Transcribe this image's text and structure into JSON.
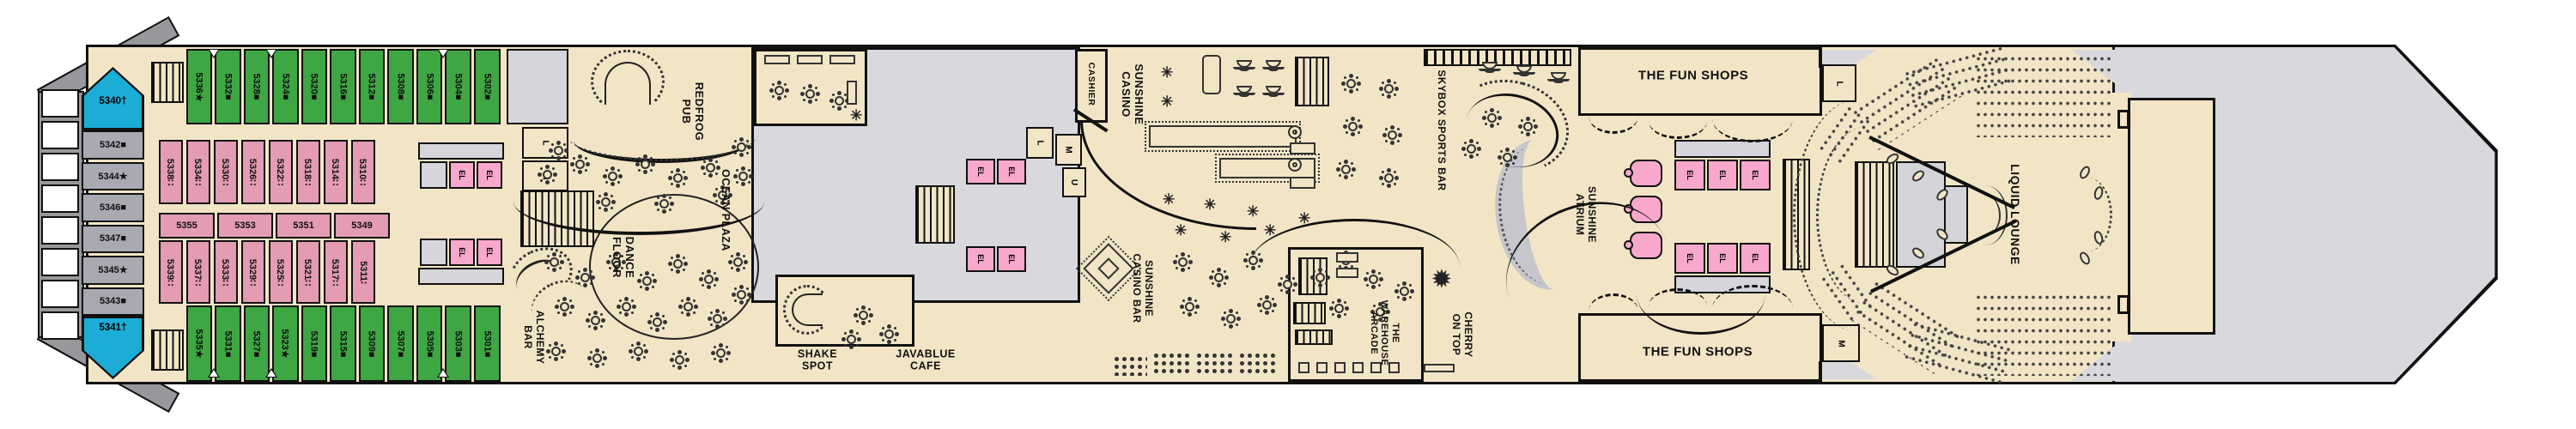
{
  "deck_plan": {
    "venues": {
      "redfrog_pub": "REDFROG\nPUB",
      "dance_floor": "DANCE\nFLOOR",
      "ocean_plaza": "OCEAN PLAZA",
      "alchemy_bar": "ALCHEMY\nBAR",
      "shake_spot": "SHAKE\nSPOT",
      "javablue_cafe": "JAVABLUE\nCAFE",
      "cashier": "CASHIER",
      "sunshine_casino": "SUNSHINE\nCASINO",
      "sunshine_casino_bar": "SUNSHINE\nCASINO BAR",
      "skybox_sports_bar": "SKYBOX SPORTS BAR",
      "warehouse_arcade": "THE\nWAREHOUSE\nARCADE",
      "cherry_on_top": "CHERRY\nON TOP",
      "sunshine_atrium": "SUNSHINE\nATRIUM",
      "fun_shops_top": "THE FUN SHOPS",
      "fun_shops_bottom": "THE FUN SHOPS",
      "liquid_lounge": "LIQUID LOUNGE"
    },
    "labels": {
      "elevator": "EL",
      "ladies": "L",
      "mens": "M",
      "unisex": "U"
    },
    "icons": {
      "slot_cluster": "✳",
      "pinwheel": "✹",
      "connecting_door": "▽"
    },
    "cabins": {
      "stern_blue": [
        "5340†",
        "5341†"
      ],
      "stern_gray": [
        "5342■",
        "5344★",
        "5346■",
        "5347■",
        "5345★",
        "5343■"
      ],
      "green_top": [
        "5336★",
        "5332■",
        "5328■",
        "5324■",
        "5320■",
        "5316■",
        "5312■",
        "5308■",
        "5306■",
        "5304■",
        "5302■"
      ],
      "pink_upper": [
        "5338∷",
        "5334∷",
        "5330∷",
        "5326∷",
        "5322∷",
        "5318∷",
        "5314∷",
        "5310∷"
      ],
      "pink_mid": [
        "5355",
        "5353",
        "5351",
        "5349"
      ],
      "pink_lower": [
        "5339∷",
        "5337∷",
        "5333∷",
        "5329∷",
        "5325∷",
        "5321∷",
        "5317∷",
        "5311∶"
      ],
      "green_bottom": [
        "5335★",
        "5331■",
        "5327■",
        "5323★",
        "5319■",
        "5315■",
        "5309■",
        "5307■",
        "5305■",
        "5303■",
        "5301■"
      ]
    },
    "colors": {
      "deck_tan": "#f2e5c6",
      "void_gray": "#d9d9dd",
      "hull_gray": "#98989c",
      "cabin_green": "#3ea643",
      "cabin_pink": "#e39cb2",
      "cabin_gray": "#a9a9b2",
      "cabin_blue": "#1badd6",
      "elevator_pink": "#f7a8cc"
    }
  }
}
